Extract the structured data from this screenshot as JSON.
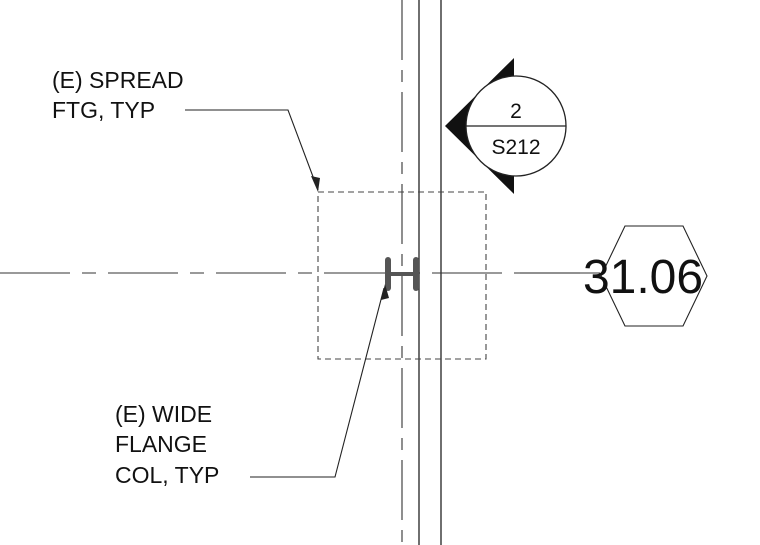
{
  "notes": {
    "spread_footing": [
      "(E) SPREAD",
      "FTG, TYP"
    ],
    "wide_flange_column": [
      "(E) WIDE",
      "FLANGE",
      "COL, TYP"
    ]
  },
  "section_callout": {
    "number": "2",
    "sheet": "S212"
  },
  "grid_bubble": {
    "label": "31.06"
  },
  "colors": {
    "linework": "#222222",
    "column": "#555555",
    "background": "#ffffff"
  }
}
